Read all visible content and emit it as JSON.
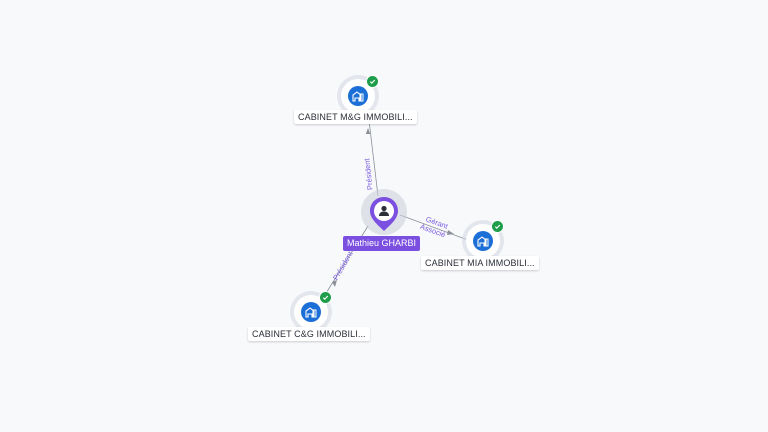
{
  "person": {
    "name": "Mathieu GHARBI",
    "icon": "user-icon",
    "color": "#7b4fe0"
  },
  "companies": [
    {
      "label": "CABINET M&G IMMOBILI...",
      "icon": "building-icon",
      "status": "verified-icon"
    },
    {
      "label": "CABINET MIA IMMOBILI...",
      "icon": "building-icon",
      "status": "verified-icon"
    },
    {
      "label": "CABINET C&G IMMOBILI...",
      "icon": "building-icon",
      "status": "verified-icon"
    }
  ],
  "relations": [
    {
      "from": "person",
      "to": "company-0",
      "label": "Président"
    },
    {
      "from": "person",
      "to": "company-1",
      "label": "Gérant"
    },
    {
      "from": "person",
      "to": "company-1",
      "label": "Associé"
    },
    {
      "from": "person",
      "to": "company-2",
      "label": "Président"
    }
  ],
  "colors": {
    "company": "#1c6fd6",
    "verified": "#1e9e4a",
    "edge": "#8a8f99",
    "edge_label": "#7a5ae0"
  }
}
